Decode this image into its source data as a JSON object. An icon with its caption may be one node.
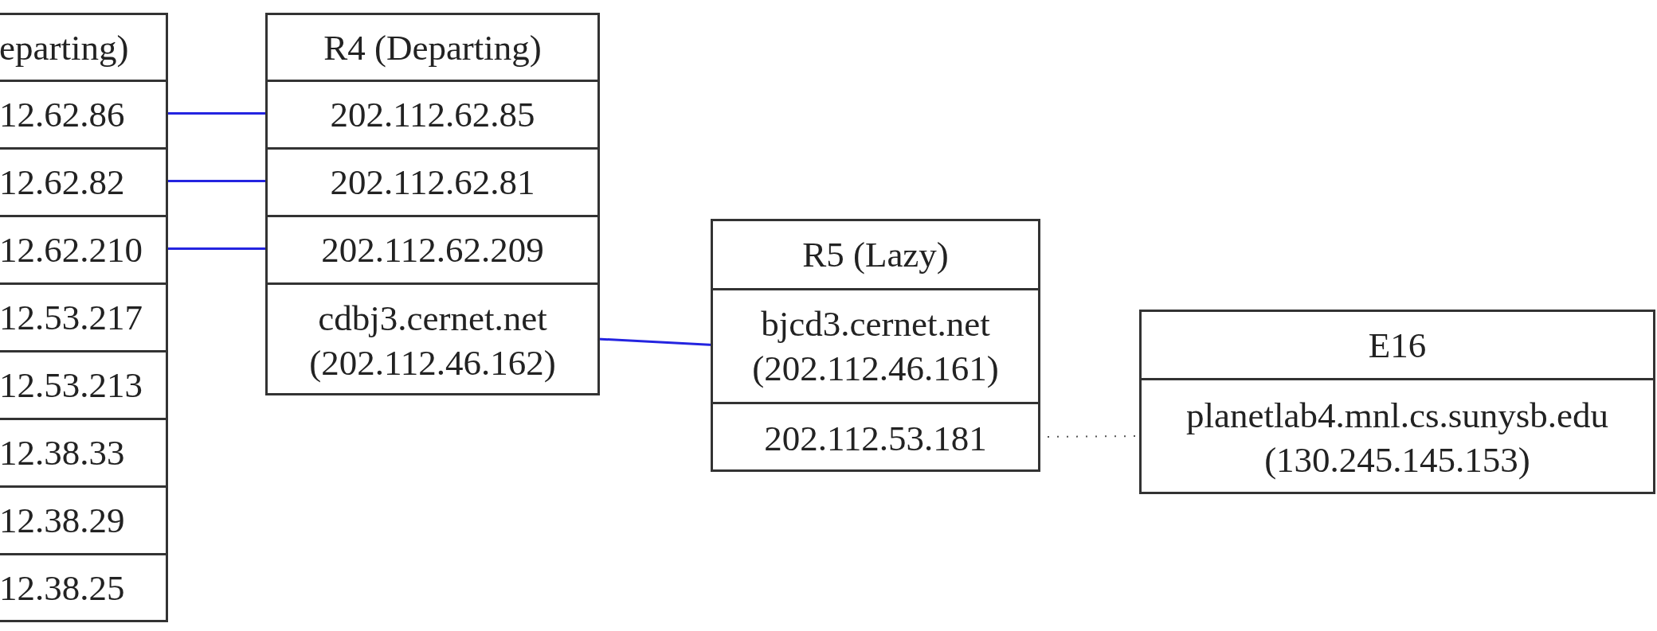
{
  "diagram": {
    "nodes": [
      {
        "text": [
          "eparting)"
        ]
      },
      {
        "text": [
          "12.62.86"
        ],
        "in": 0
      },
      {
        "text": [
          "12.62.82"
        ],
        "in": 0
      },
      {
        "text": [
          "12.62.210"
        ],
        "in": 0
      },
      {
        "text": [
          "12.53.217"
        ],
        "in": 0
      },
      {
        "text": [
          "12.53.213"
        ],
        "in": 0
      },
      {
        "text": [
          "12.38.33"
        ],
        "in": 0
      },
      {
        "text": [
          "12.38.29"
        ],
        "in": 0
      },
      {
        "text": [
          "12.38.25"
        ],
        "in": 0
      },
      {
        "text": [
          "R4 (Departing)"
        ]
      },
      {
        "text": [
          "202.112.62.85"
        ],
        "in": 9
      },
      {
        "text": [
          "202.112.62.81"
        ],
        "in": 9
      },
      {
        "text": [
          "202.112.62.209"
        ],
        "in": 9
      },
      {
        "text": [
          "cdbj3.cernet.net (202.112.46.162)"
        ],
        "in": 9
      },
      {
        "text": [
          "R5 (Lazy)"
        ]
      },
      {
        "text": [
          "bjcd3.cernet.net (202.112.46.161)"
        ],
        "in": 14
      },
      {
        "text": [
          "202.112.53.181"
        ],
        "in": 14
      },
      {
        "text": [
          "E16"
        ]
      },
      {
        "text": [
          "planetlab4.mnl.cs.sunysb.edu (130.245.145.153)"
        ],
        "in": 17
      }
    ],
    "edges": [
      {
        "from": 1,
        "to": 10,
        "arrow": "none"
      },
      {
        "from": 2,
        "to": 11,
        "arrow": "none"
      },
      {
        "from": 3,
        "to": 12,
        "arrow": "none"
      },
      {
        "from": 13,
        "to": 15,
        "arrow": "none"
      },
      {
        "from": 16,
        "to": 18,
        "arrow": "none",
        "style": "dashed",
        "color": "#555555"
      }
    ]
  }
}
